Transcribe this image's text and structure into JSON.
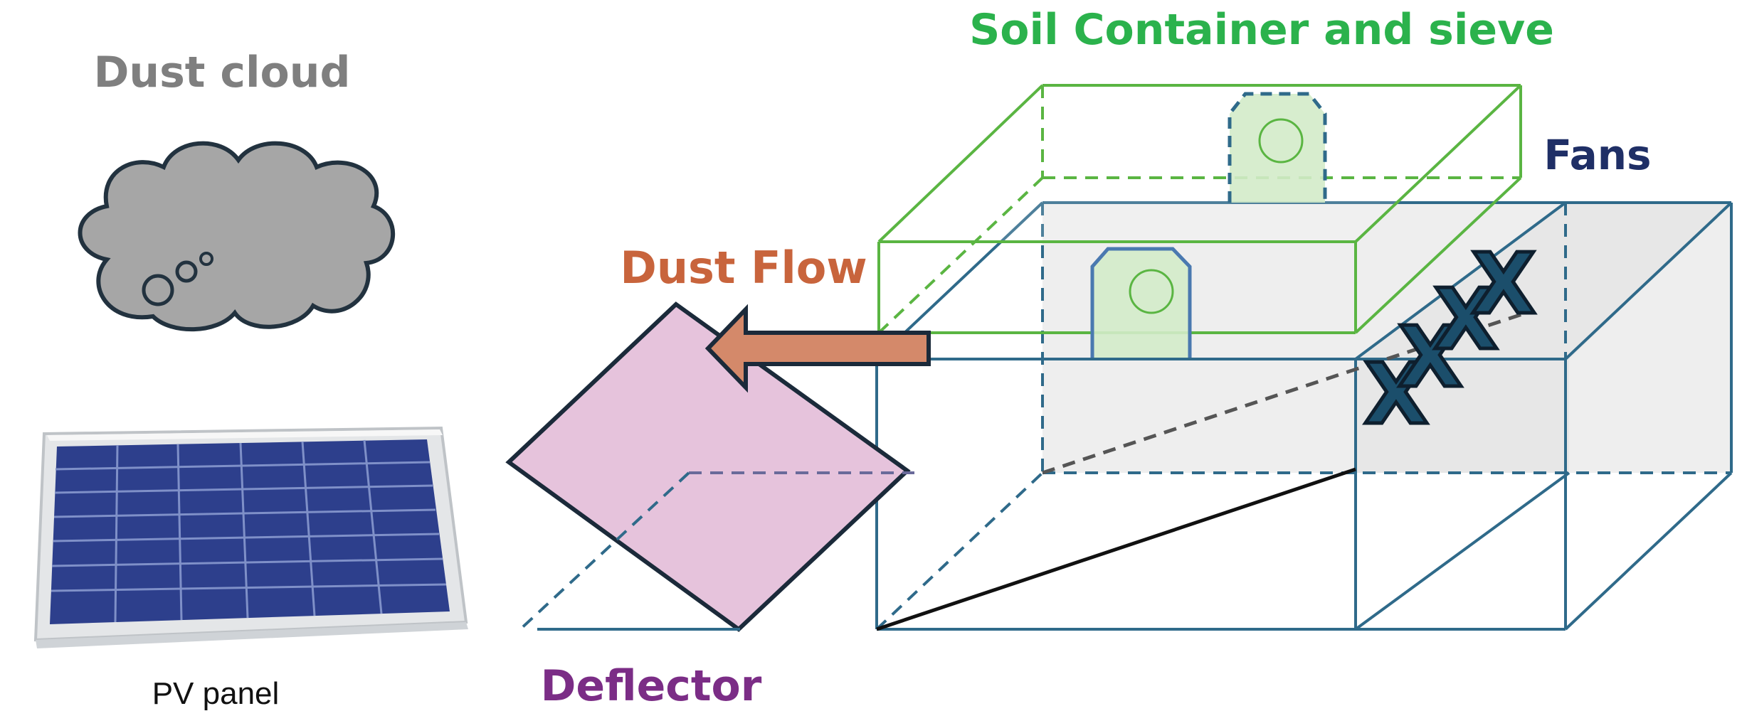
{
  "labels": {
    "dust_cloud": "Dust cloud",
    "soil_container": "Soil Container and sieve",
    "fans": "Fans",
    "dust_flow": "Dust Flow",
    "pv_panel": "PV panel",
    "deflector": "Deflector"
  },
  "colors": {
    "dust_cloud": "#7f7f7f",
    "soil_container": "#2bb24c",
    "fans": "#1f2f66",
    "dust_flow": "#c8643c",
    "deflector": "#7b2d86",
    "box_edge": "#2f6a8a",
    "container_edge": "#5ab542",
    "fan_fill": "#1b4e6b",
    "deflector_fill": "#e6c3dc",
    "arrow_fill": "#d4896a"
  }
}
